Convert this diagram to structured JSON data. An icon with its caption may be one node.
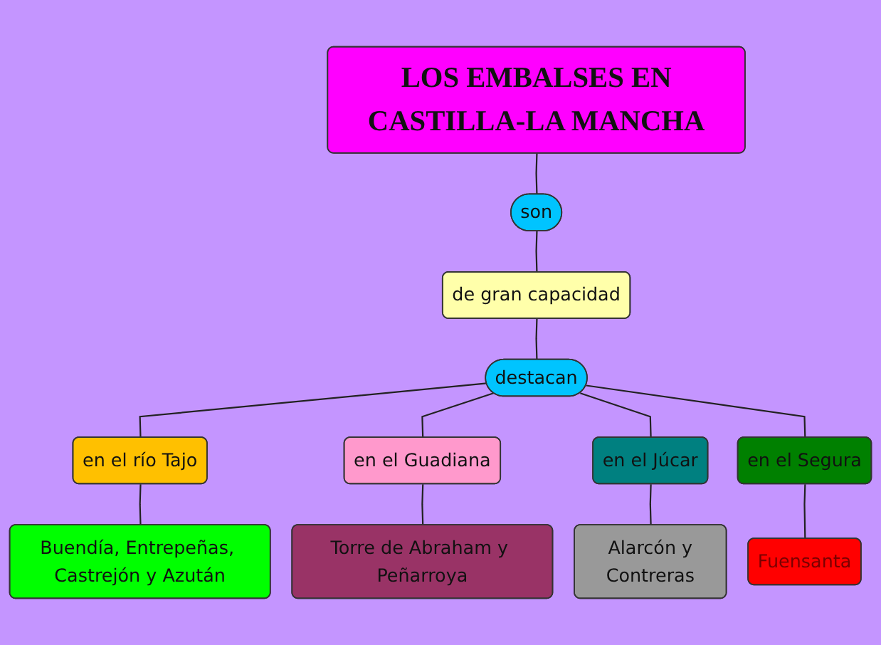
{
  "diagram": {
    "nodes": [
      {
        "text": [
          "LOS EMBALSES EN CASTILLA-LA MANCHA"
        ]
      },
      {
        "text": [
          "son"
        ]
      },
      {
        "text": [
          "de gran capacidad"
        ]
      },
      {
        "text": [
          "destacan"
        ]
      },
      {
        "text": [
          "en el río Tajo"
        ]
      },
      {
        "text": [
          "en el Guadiana"
        ]
      },
      {
        "text": [
          "en el Júcar"
        ]
      },
      {
        "text": [
          "en el Segura"
        ]
      },
      {
        "text": [
          "Buendía, Entrepeñas, Castrejón y Azután"
        ]
      },
      {
        "text": [
          "Torre de Abraham y Peñarroya"
        ]
      },
      {
        "text": [
          "Alarcón y Contreras"
        ]
      },
      {
        "text": [
          "Fuensanta"
        ]
      }
    ],
    "edges": [
      {
        "from": 0,
        "to": 1,
        "arrow": "none"
      },
      {
        "from": 1,
        "to": 2,
        "arrow": "none"
      },
      {
        "from": 2,
        "to": 3,
        "arrow": "none"
      },
      {
        "from": 3,
        "to": 4,
        "arrow": "none"
      },
      {
        "from": 3,
        "to": 5,
        "arrow": "none"
      },
      {
        "from": 3,
        "to": 6,
        "arrow": "none"
      },
      {
        "from": 3,
        "to": 7,
        "arrow": "none"
      },
      {
        "from": 4,
        "to": 8,
        "arrow": "none"
      },
      {
        "from": 5,
        "to": 9,
        "arrow": "none"
      },
      {
        "from": 6,
        "to": 10,
        "arrow": "none"
      },
      {
        "from": 7,
        "to": 11,
        "arrow": "none"
      }
    ]
  }
}
